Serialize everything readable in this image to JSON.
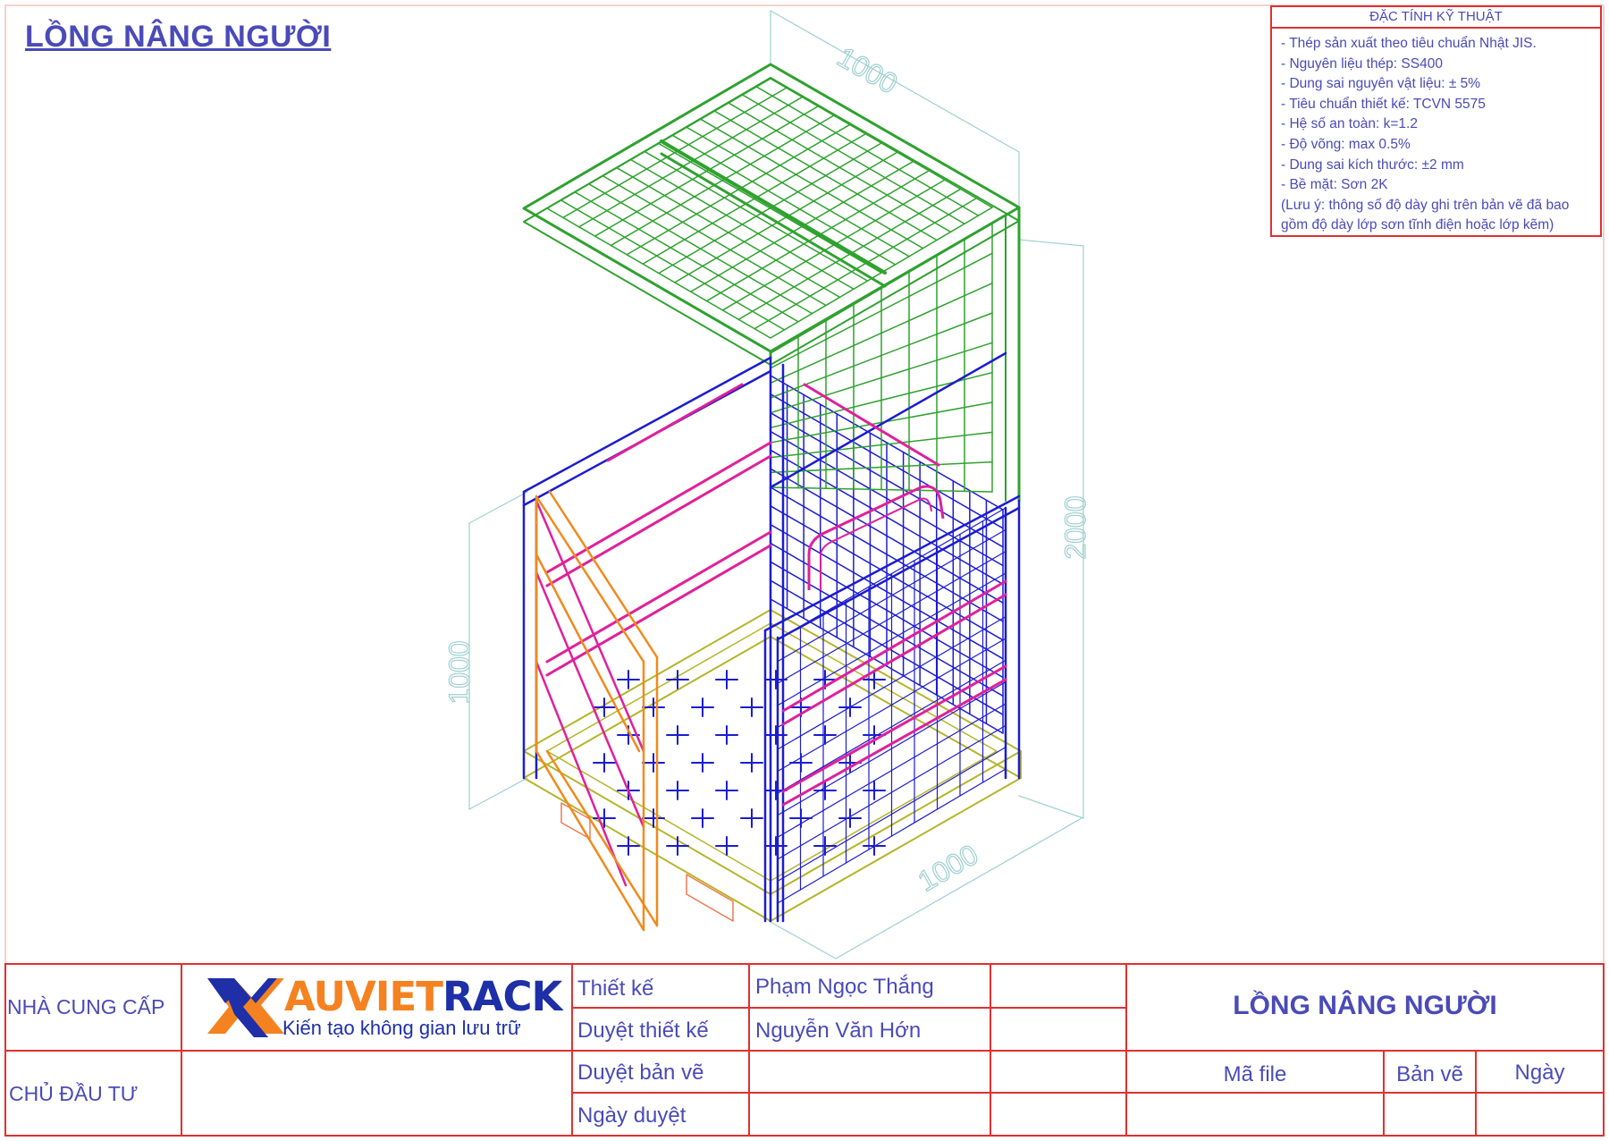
{
  "drawing_title": "LỒNG NÂNG NGƯỜI",
  "specs": {
    "heading": "ĐẶC TÍNH KỸ THUẬT",
    "items": [
      "- Thép sản xuất theo tiêu chuẩn Nhật JIS.",
      "- Nguyên liệu thép: SS400",
      "- Dung sai nguyên vật liệu: ± 5%",
      "- Tiêu chuẩn thiết kế: TCVN 5575",
      "- Hệ số an toàn: k=1.2",
      "- Độ võng: max 0.5%",
      "- Dung sai kích thước: ±2 mm",
      "- Bề mặt: Sơn 2K",
      "(Lưu ý: thông số độ dày ghi trên bản vẽ đã bao gồm độ dày lớp sơn tĩnh điện hoặc lớp kẽm)"
    ]
  },
  "dimensions": {
    "top_width": "1000",
    "height_total": "2000",
    "bottom_depth": "1000",
    "side_height": "1000"
  },
  "title_block": {
    "supplier_label": "NHÀ CUNG CẤP",
    "owner_label": "CHỦ ĐẦU TƯ",
    "logo": {
      "brand_part1": "AUVIET",
      "brand_part2": "RACK",
      "tagline": "Kiến tạo không gian lưu trữ",
      "color_orange": "#f58220",
      "color_blue": "#1e2fa8"
    },
    "rows": [
      {
        "label": "Thiết kế",
        "value": "Phạm Ngọc Thắng"
      },
      {
        "label": "Duyệt thiết kế",
        "value": "Nguyễn Văn Hớn"
      },
      {
        "label": "Duyệt bản vẽ",
        "value": ""
      },
      {
        "label": "Ngày duyệt",
        "value": ""
      }
    ],
    "project_title": "LỒNG NÂNG NGƯỜI",
    "file_code_label": "Mã file",
    "sheet_label": "Bản vẽ",
    "date_label": "Ngày"
  },
  "colors": {
    "frame_green": "#2ea22e",
    "frame_blue": "#1c1cd0",
    "rail_magenta": "#e0209a",
    "door_orange": "#f08a1c",
    "base_olive": "#b5b52a",
    "dimension_cyan": "#9fcfd0",
    "border_red": "#e03030",
    "text_blue": "#4a4ab8"
  }
}
